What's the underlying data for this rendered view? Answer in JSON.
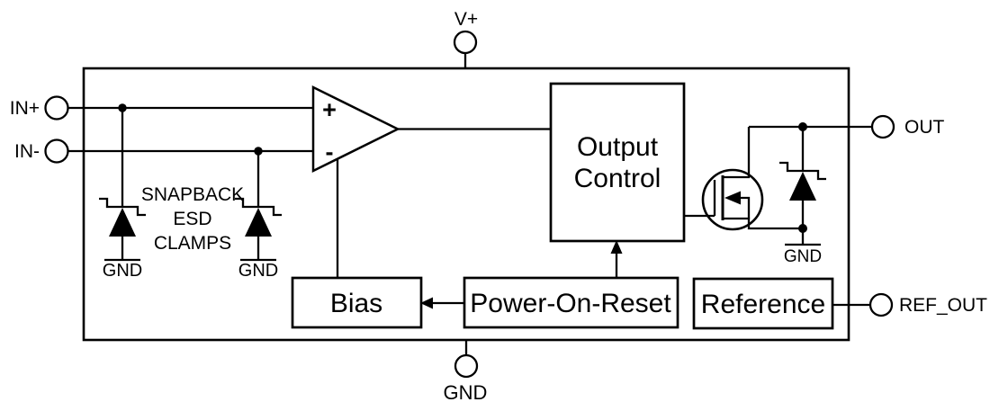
{
  "colors": {
    "line": "#000000",
    "background": "#ffffff"
  },
  "pins": {
    "vplus": "V+",
    "in_plus": "IN+",
    "in_minus": "IN-",
    "out": "OUT",
    "ref_out": "REF_OUT",
    "gnd_bottom": "GND"
  },
  "amplifier": {
    "noninverting_input": "+",
    "inverting_input": "-"
  },
  "esd": {
    "caption_line1": "SNAPBACK",
    "caption_line2": "ESD",
    "caption_line3": "CLAMPS",
    "clamp1_gnd": "GND",
    "clamp2_gnd": "GND"
  },
  "output_stage": {
    "clamp_gnd": "GND"
  },
  "blocks": {
    "output_control_line1": "Output",
    "output_control_line2": "Control",
    "bias": "Bias",
    "power_on_reset": "Power-On-Reset",
    "reference": "Reference"
  }
}
